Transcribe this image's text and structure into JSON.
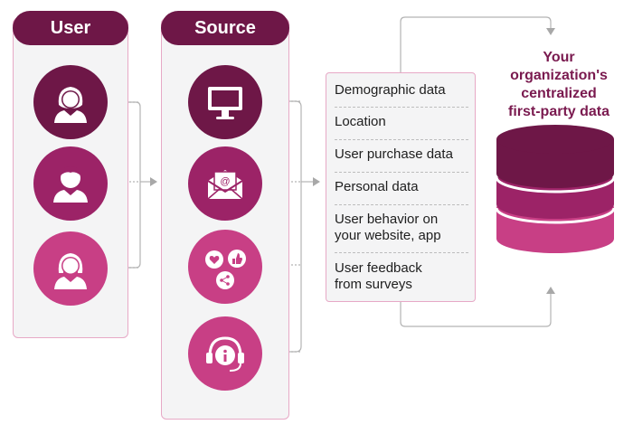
{
  "user_panel": {
    "header": "User"
  },
  "source_panel": {
    "header": "Source"
  },
  "data_list": {
    "items": [
      {
        "lines": [
          "Demographic data"
        ]
      },
      {
        "lines": [
          "Location"
        ]
      },
      {
        "lines": [
          "User purchase data"
        ]
      },
      {
        "lines": [
          "Personal data"
        ]
      },
      {
        "lines": [
          "User behavior on",
          "your website, app"
        ]
      },
      {
        "lines": [
          "User feedback",
          "from surveys"
        ]
      }
    ]
  },
  "destination": {
    "title_lines": [
      "Your",
      "organization's",
      "centralized",
      "first-party data"
    ]
  },
  "icons": {
    "users": [
      "female-user-icon",
      "male-user-icon",
      "female-user-icon"
    ],
    "sources": [
      "desktop-monitor-icon",
      "email-envelope-icon",
      "social-media-icon",
      "customer-support-icon"
    ],
    "database": "database-icon"
  },
  "colors": {
    "dark_plum": "#6e1747",
    "mid_magenta": "#9c2367",
    "pink": "#c83f85",
    "panel_bg": "#f4f4f5",
    "panel_border": "#e7a9c6",
    "connector": "#9a9a9a"
  }
}
